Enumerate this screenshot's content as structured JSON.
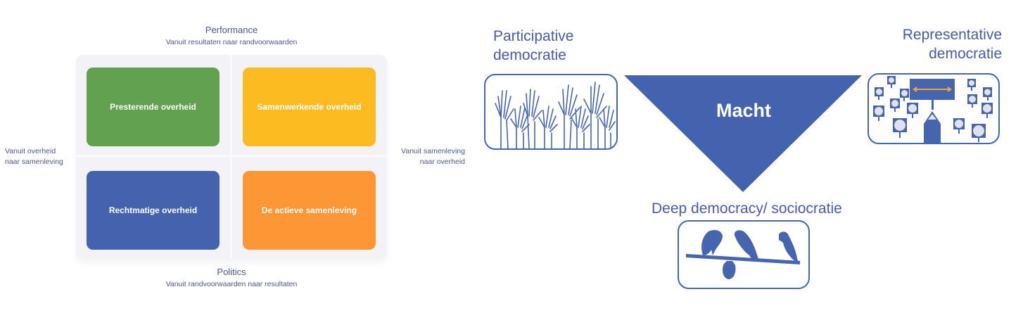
{
  "matrix": {
    "top_axis": {
      "title": "Performance",
      "subtitle": "Vanuit resultaten naar randvoorwaarden"
    },
    "bottom_axis": {
      "title": "Politics",
      "subtitle": "Vanuit randvoorwaarden naar resultaten"
    },
    "left_axis": {
      "line1": "Vanuit overheid",
      "line2": "naar samenleving"
    },
    "right_axis": {
      "line1": "Vanuit samenleving",
      "line2": "naar overheid"
    },
    "quadrants": [
      {
        "label": "Presterende overheid",
        "color": "#62a14f"
      },
      {
        "label": "Samenwerkende overheid",
        "color": "#fdbb22"
      },
      {
        "label": "Rechtmatige overheid",
        "color": "#4462ad"
      },
      {
        "label": "De actieve samenleving",
        "color": "#fd9635"
      }
    ]
  },
  "power": {
    "center_label": "Macht",
    "accent": "#4565b0",
    "participative": {
      "line1": "Participative",
      "line2": "democratie",
      "icon": "raised-hands-icon"
    },
    "representative": {
      "line1": "Representative",
      "line2": "democratie",
      "icon": "election-board-icon"
    },
    "deep": {
      "label": "Deep democracy/ sociocratie",
      "icon": "birds-on-branch-icon"
    }
  }
}
